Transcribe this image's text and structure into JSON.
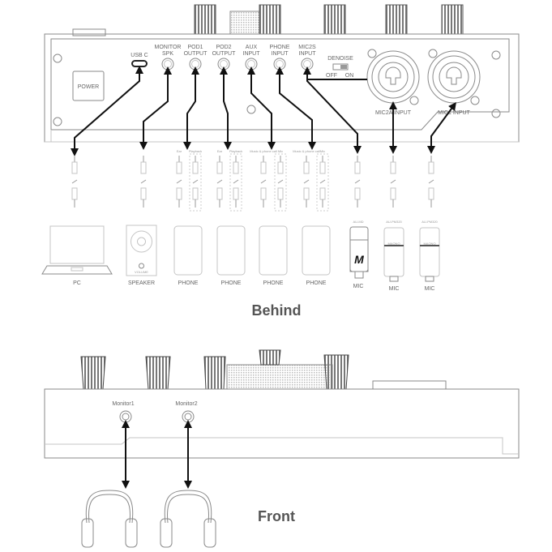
{
  "rear_panel": {
    "power": "POWER",
    "ports": [
      {
        "l1": "USB C",
        "l2": ""
      },
      {
        "l1": "MONITOR",
        "l2": "SPK"
      },
      {
        "l1": "POD1",
        "l2": "OUTPUT"
      },
      {
        "l1": "POD2",
        "l2": "OUTPUT"
      },
      {
        "l1": "AUX",
        "l2": "INPUT"
      },
      {
        "l1": "PHONE",
        "l2": "INPUT"
      },
      {
        "l1": "MIC2S",
        "l2": "INPUT"
      }
    ],
    "denoise": "DENOISE",
    "off": "OFF",
    "on": "ON",
    "mic2a": "MIC2A INPUT",
    "mic1": "MIC1 INPUT"
  },
  "cables": {
    "pod1": [
      "Ear",
      "Playback"
    ],
    "pod2": [
      "Ear",
      "Playback"
    ],
    "aux": [
      "Music & phone call",
      "Mic"
    ],
    "phone": [
      "Music & phone call",
      "Mic"
    ]
  },
  "devices": {
    "pc": "PC",
    "speaker": "SPEAKER",
    "speaker_volume": "VOLUME",
    "phones": [
      "PHONE",
      "PHONE",
      "PHONE",
      "PHONE"
    ],
    "mics": [
      {
        "model": "AU-MD",
        "label": "MIC"
      },
      {
        "model": "AU-PM320",
        "label": "MIC"
      },
      {
        "model": "AU-PM320",
        "label": "MIC"
      }
    ],
    "mic_brand": "MAONO"
  },
  "captions": {
    "behind": "Behind",
    "front": "Front"
  },
  "front_panel": {
    "monitor1": "Monitor1",
    "monitor2": "Monitor2"
  }
}
